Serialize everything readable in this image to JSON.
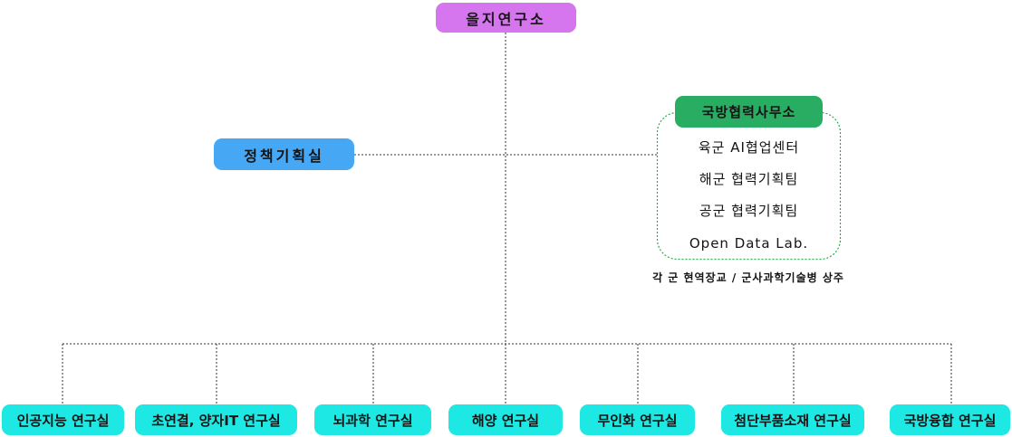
{
  "root": {
    "label": "을지연구소"
  },
  "policy_office": {
    "label": "정책기획실"
  },
  "cooperation_office": {
    "label": "국방협력사무소",
    "teams": [
      "육군 AI협업센터",
      "해군 협력기획팀",
      "공군 협력기획팀",
      "Open Data Lab."
    ],
    "note": "각 군 현역장교 / 군사과학기술병 상주"
  },
  "labs": [
    "인공지능 연구실",
    "초연결, 양자IT 연구실",
    "뇌과학 연구실",
    "해양 연구실",
    "무인화 연구실",
    "첨단부품소재 연구실",
    "국방융합 연구실"
  ],
  "colors": {
    "root": "#d676ef",
    "policy": "#46a8f4",
    "cooperation": "#29ad62",
    "cooperation_border": "#2aa84f",
    "labs": "#1de8e4",
    "connector": "#333333"
  }
}
